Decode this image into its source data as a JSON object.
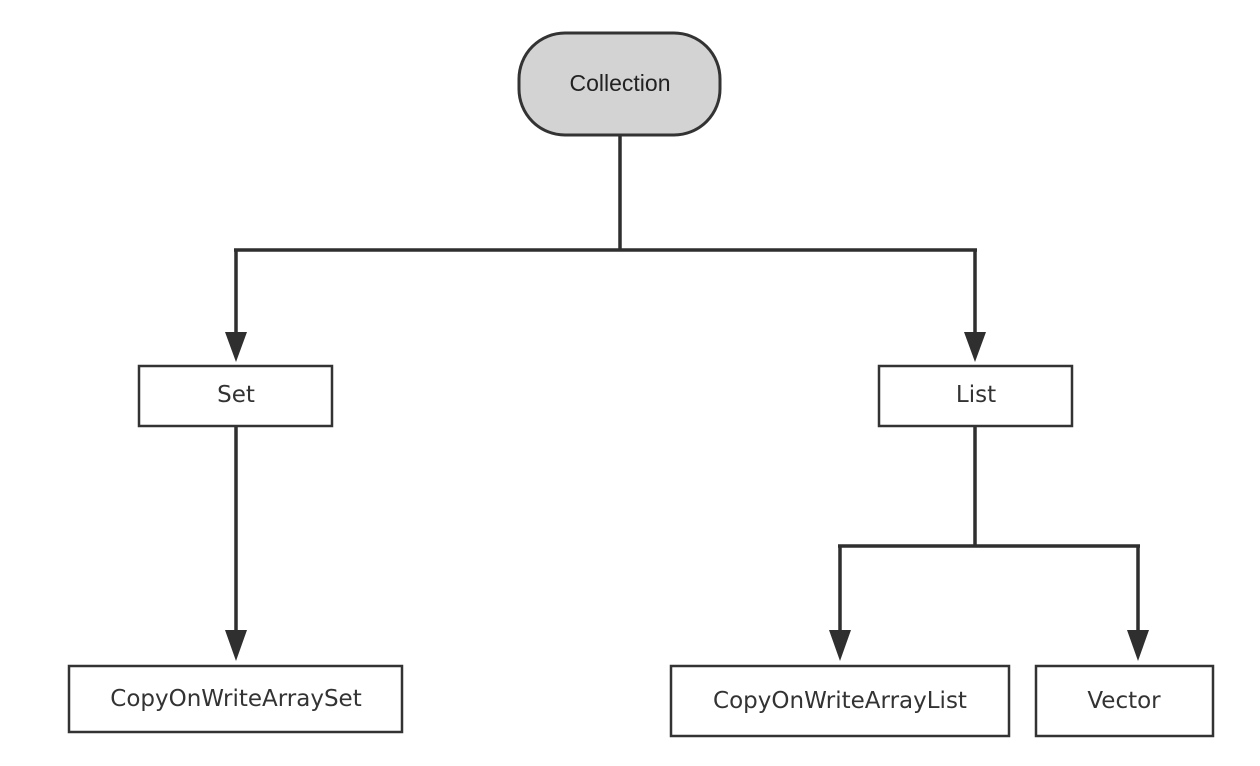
{
  "diagram": {
    "root": {
      "label": "Collection"
    },
    "set": {
      "label": "Set"
    },
    "list": {
      "label": "List"
    },
    "copy_on_write_array_set": {
      "label": "CopyOnWriteArraySet"
    },
    "copy_on_write_array_list": {
      "label": "CopyOnWriteArrayList"
    },
    "vector": {
      "label": "Vector"
    }
  },
  "edges": [
    {
      "from": "Collection",
      "to": "Set"
    },
    {
      "from": "Collection",
      "to": "List"
    },
    {
      "from": "Set",
      "to": "CopyOnWriteArraySet"
    },
    {
      "from": "List",
      "to": "CopyOnWriteArrayList"
    },
    {
      "from": "List",
      "to": "Vector"
    }
  ],
  "colors": {
    "root_fill": "#d3d3d3",
    "node_fill": "#ffffff",
    "stroke": "#333333"
  }
}
